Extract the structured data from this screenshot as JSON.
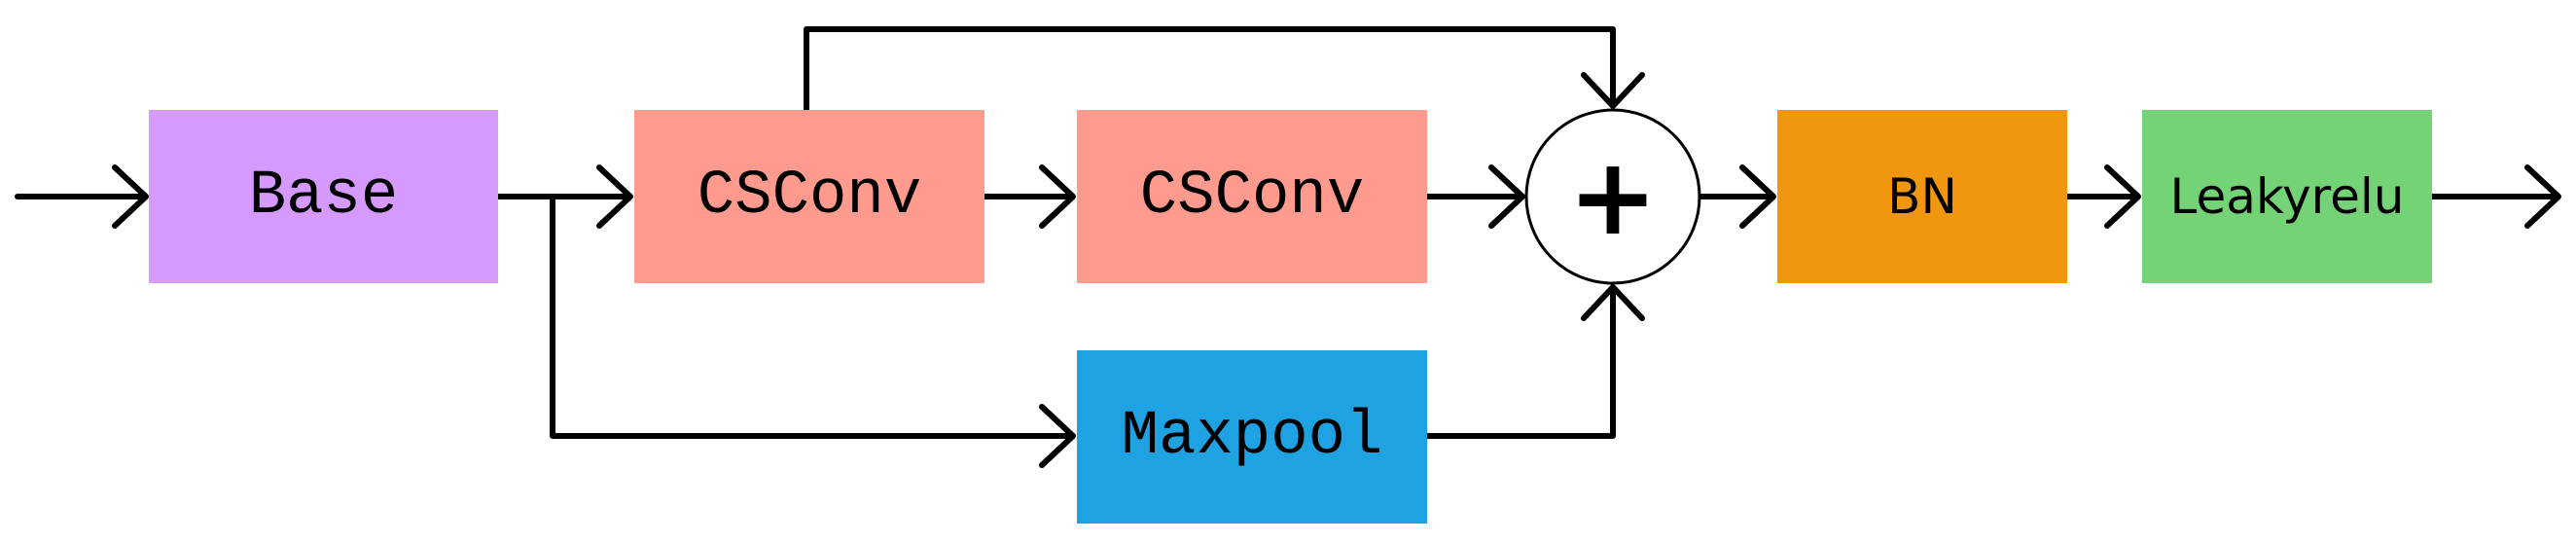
{
  "blocks": {
    "base": {
      "label": "Base",
      "color": "#d69aff"
    },
    "csconv_1": {
      "label": "CSConv",
      "color": "#ff9a8f"
    },
    "csconv_2": {
      "label": "CSConv",
      "color": "#ff9a8f"
    },
    "maxpool": {
      "label": "Maxpool",
      "color": "#1ea2e2"
    },
    "bn": {
      "label": "BN",
      "color": "#f0960f"
    },
    "leakyrelu": {
      "label": "Leakyrelu",
      "color": "#74d277"
    }
  },
  "operator": {
    "symbol": "+",
    "icon": "add-circle-icon"
  },
  "line_color": "#000000"
}
